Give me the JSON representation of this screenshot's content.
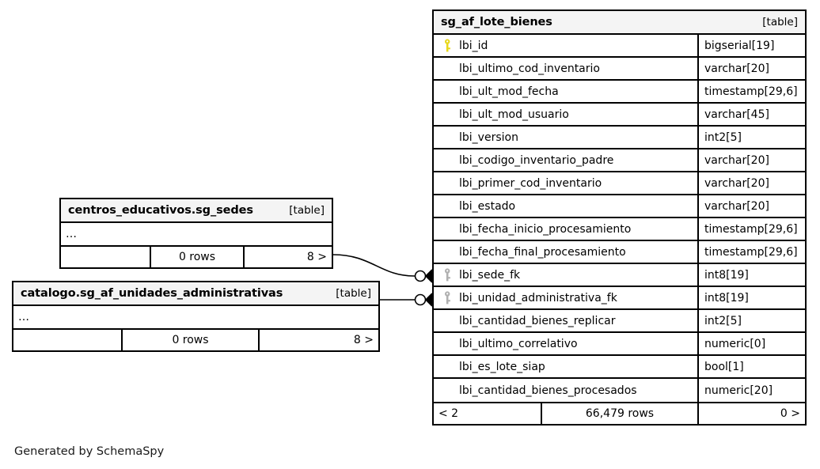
{
  "diagram": {
    "caption": "Generated by SchemaSpy",
    "kind_label": "[table]",
    "ellipsis": "…",
    "colors": {
      "pk_key": "#e8d81c",
      "fk_key": "#b0b0b0",
      "header_bg": "#f4f4f4",
      "border": "#000000",
      "background": "#ffffff"
    }
  },
  "main_table": {
    "name": "sg_af_lote_bienes",
    "kind": "[table]",
    "columns": [
      {
        "name": "lbi_id",
        "type": "bigserial[19]",
        "key": "pk"
      },
      {
        "name": "lbi_ultimo_cod_inventario",
        "type": "varchar[20]",
        "key": "none"
      },
      {
        "name": "lbi_ult_mod_fecha",
        "type": "timestamp[29,6]",
        "key": "none"
      },
      {
        "name": "lbi_ult_mod_usuario",
        "type": "varchar[45]",
        "key": "none"
      },
      {
        "name": "lbi_version",
        "type": "int2[5]",
        "key": "none"
      },
      {
        "name": "lbi_codigo_inventario_padre",
        "type": "varchar[20]",
        "key": "none"
      },
      {
        "name": "lbi_primer_cod_inventario",
        "type": "varchar[20]",
        "key": "none"
      },
      {
        "name": "lbi_estado",
        "type": "varchar[20]",
        "key": "none"
      },
      {
        "name": "lbi_fecha_inicio_procesamiento",
        "type": "timestamp[29,6]",
        "key": "none"
      },
      {
        "name": "lbi_fecha_final_procesamiento",
        "type": "timestamp[29,6]",
        "key": "none"
      },
      {
        "name": "lbi_sede_fk",
        "type": "int8[19]",
        "key": "fk"
      },
      {
        "name": "lbi_unidad_administrativa_fk",
        "type": "int8[19]",
        "key": "fk"
      },
      {
        "name": "lbi_cantidad_bienes_replicar",
        "type": "int2[5]",
        "key": "none"
      },
      {
        "name": "lbi_ultimo_correlativo",
        "type": "numeric[0]",
        "key": "none"
      },
      {
        "name": "lbi_es_lote_siap",
        "type": "bool[1]",
        "key": "none"
      },
      {
        "name": "lbi_cantidad_bienes_procesados",
        "type": "numeric[20]",
        "key": "none"
      }
    ],
    "footer": {
      "left": "< 2",
      "middle": "66,479 rows",
      "right": "0 >"
    }
  },
  "related_tables": [
    {
      "name": "centros_educativos.sg_sedes",
      "kind": "[table]",
      "body": "…",
      "footer": {
        "left": "",
        "middle": "0 rows",
        "right": "8 >"
      }
    },
    {
      "name": "catalogo.sg_af_unidades_administrativas",
      "kind": "[table]",
      "body": "…",
      "footer": {
        "left": "",
        "middle": "0 rows",
        "right": "8 >"
      }
    }
  ],
  "relationships": [
    {
      "from": "centros_educativos.sg_sedes",
      "to_column": "lbi_sede_fk",
      "cardinality": "zero-or-many"
    },
    {
      "from": "catalogo.sg_af_unidades_administrativas",
      "to_column": "lbi_unidad_administrativa_fk",
      "cardinality": "zero-or-many"
    }
  ]
}
